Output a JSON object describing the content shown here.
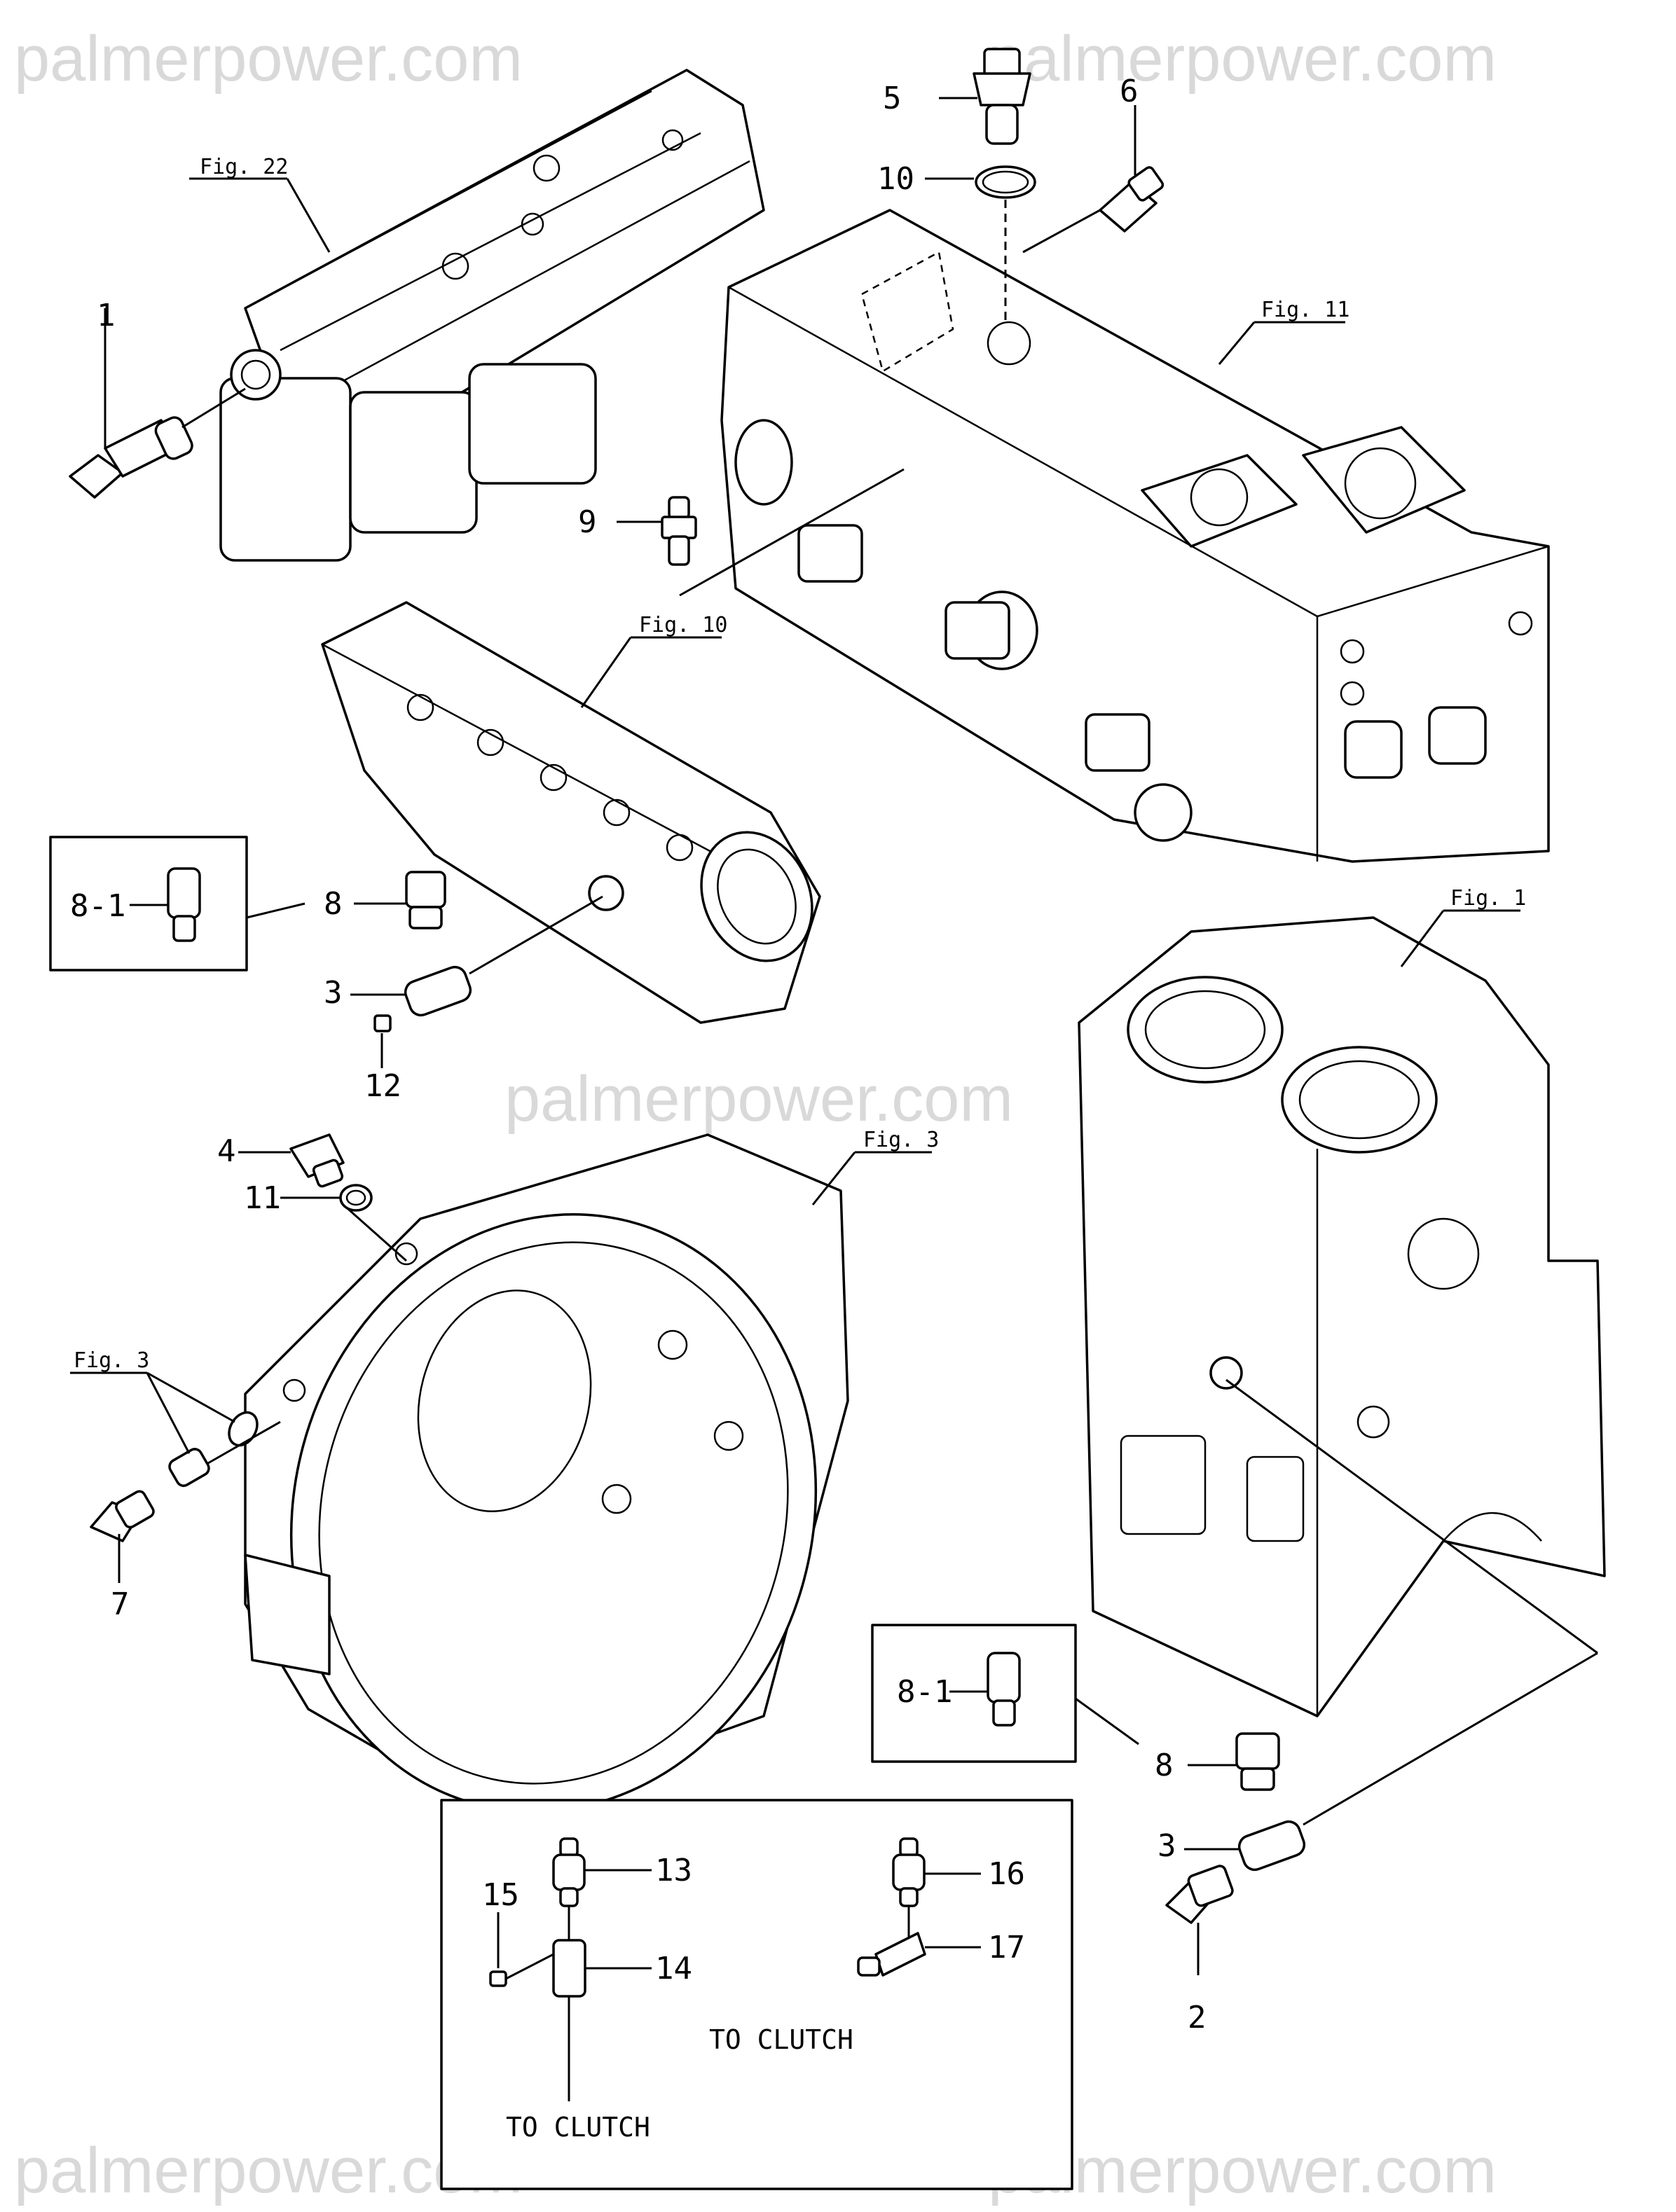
{
  "watermarks": [
    "palmerpower.com",
    "palmerpower.com",
    "palmerpower.com",
    "palmerpower.com",
    "palmerpower.com"
  ],
  "figure_refs": {
    "fig22": "Fig. 22",
    "fig11": "Fig. 11",
    "fig10": "Fig. 10",
    "fig1": "Fig. 1",
    "fig3_center": "Fig. 3",
    "fig3_left": "Fig. 3"
  },
  "callouts": {
    "c1": "1",
    "c2": "2",
    "c3a": "3",
    "c3b": "3",
    "c4": "4",
    "c5": "5",
    "c6": "6",
    "c7": "7",
    "c8a": "8",
    "c8b": "8",
    "c81a": "8-1",
    "c81b": "8-1",
    "c9": "9",
    "c10": "10",
    "c11": "11",
    "c12": "12",
    "c13": "13",
    "c14": "14",
    "c15": "15",
    "c16": "16",
    "c17": "17"
  },
  "notes": {
    "to_clutch_left": "TO CLUTCH",
    "to_clutch_right": "TO CLUTCH"
  }
}
